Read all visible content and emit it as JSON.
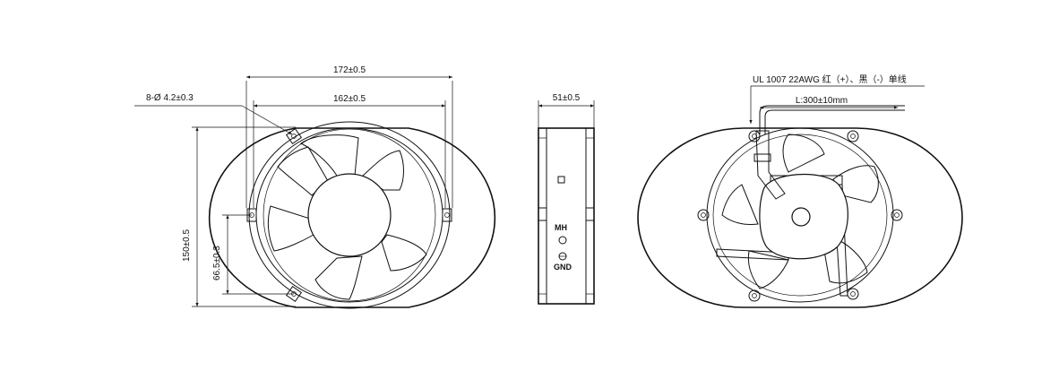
{
  "dimensions": {
    "outer_width": "172±0.5",
    "inner_width": "162±0.5",
    "hole_spec": "8-Ø 4.2±0.3",
    "height": "150±0.5",
    "hole_spacing": "66.5±0.3",
    "depth": "51±0.5",
    "lead_length": "L:300±10mm"
  },
  "wire_spec": "UL 1007 22AWG 红（+）、黑（-）单线",
  "side_marks": {
    "ground_label": "GND"
  },
  "colors": {
    "line": "#111111",
    "background": "#ffffff"
  }
}
